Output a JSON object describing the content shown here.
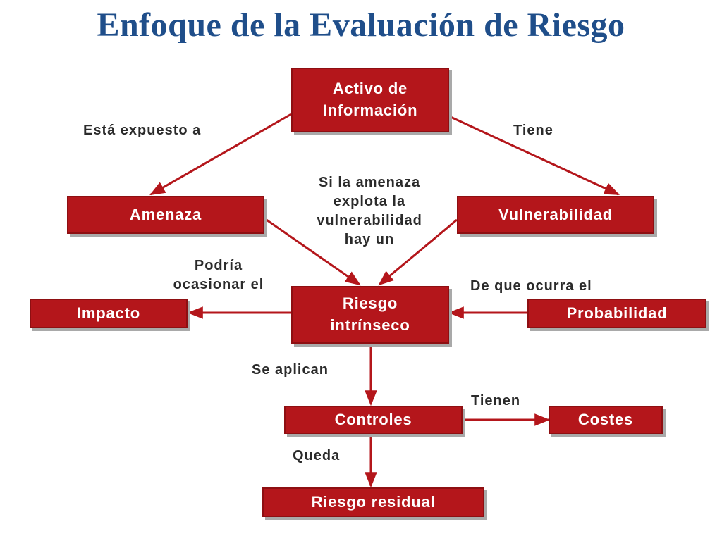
{
  "title": "Enfoque de la Evaluación de Riesgo",
  "colors": {
    "box": "#b4161b",
    "title": "#1f4e8a",
    "label": "#2b2b2b",
    "shadow": "#a9a9a9"
  },
  "nodes": {
    "activo": "Activo de\nInformación",
    "amenaza": "Amenaza",
    "vulnerabilidad": "Vulnerabilidad",
    "riesgo_intrinseco": "Riesgo\nintrínseco",
    "impacto": "Impacto",
    "probabilidad": "Probabilidad",
    "controles": "Controles",
    "costes": "Costes",
    "riesgo_residual": "Riesgo residual"
  },
  "edges": {
    "expuesto": "Está expuesto a",
    "tiene": "Tiene",
    "si_amenaza": "Si la amenaza\nexplota la\nvulnerabilidad\nhay un",
    "podria": "Podría\nocasionar el",
    "de_que": "De que ocurra el",
    "se_aplican": "Se aplican",
    "tienen": "Tienen",
    "queda": "Queda"
  }
}
